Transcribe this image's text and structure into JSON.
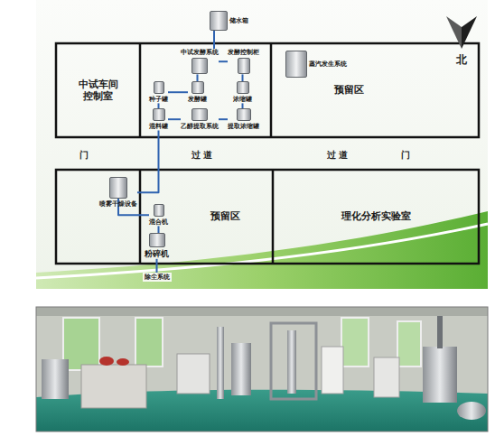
{
  "diagram": {
    "nodes": [
      {
        "text": [
          "储水箱"
        ]
      },
      {
        "text": [
          "中试车间 控制室"
        ]
      },
      {
        "text": [
          "中试发酵系统"
        ]
      },
      {
        "text": [
          "发酵控制柜"
        ]
      },
      {
        "text": [
          "预留区"
        ]
      },
      {
        "text": [
          "蒸汽发生系统"
        ],
        "in": 4
      },
      {
        "text": [
          "种子罐"
        ]
      },
      {
        "text": [
          "发酵罐"
        ]
      },
      {
        "text": [
          "浓缩罐"
        ]
      },
      {
        "text": [
          "混料罐"
        ]
      },
      {
        "text": [
          "乙醇提取系统"
        ]
      },
      {
        "text": [
          "提取浓缩罐"
        ]
      },
      {
        "text": [
          "喷雾干燥设备"
        ]
      },
      {
        "text": [
          "预留区"
        ]
      },
      {
        "text": [
          "混合机"
        ],
        "in": 13
      },
      {
        "text": [
          "粉碎机"
        ],
        "in": 13
      },
      {
        "text": [
          "理化分析实验室"
        ]
      },
      {
        "text": [
          "除尘系统"
        ]
      }
    ],
    "edges": [
      {
        "from": 0,
        "to": 2,
        "arrow": "none"
      },
      {
        "from": 2,
        "to": 3,
        "arrow": "none"
      },
      {
        "from": 2,
        "to": 7,
        "arrow": "none"
      },
      {
        "from": 3,
        "to": 8,
        "arrow": "none"
      },
      {
        "from": 6,
        "to": 7,
        "arrow": "none"
      },
      {
        "from": 6,
        "to": 9,
        "arrow": "none"
      },
      {
        "from": 9,
        "to": 10,
        "arrow": "none"
      },
      {
        "from": 10,
        "to": 11,
        "arrow": "none"
      },
      {
        "from": 8,
        "to": 11,
        "arrow": "none"
      },
      {
        "from": 9,
        "to": 12,
        "arrow": "none"
      },
      {
        "from": 12,
        "to": 14,
        "arrow": "none"
      },
      {
        "from": 14,
        "to": 15,
        "arrow": "none"
      },
      {
        "from": 15,
        "to": 17,
        "arrow": "none"
      }
    ],
    "labels": [
      "门",
      "过 道",
      "过 道",
      "门",
      "北"
    ]
  }
}
